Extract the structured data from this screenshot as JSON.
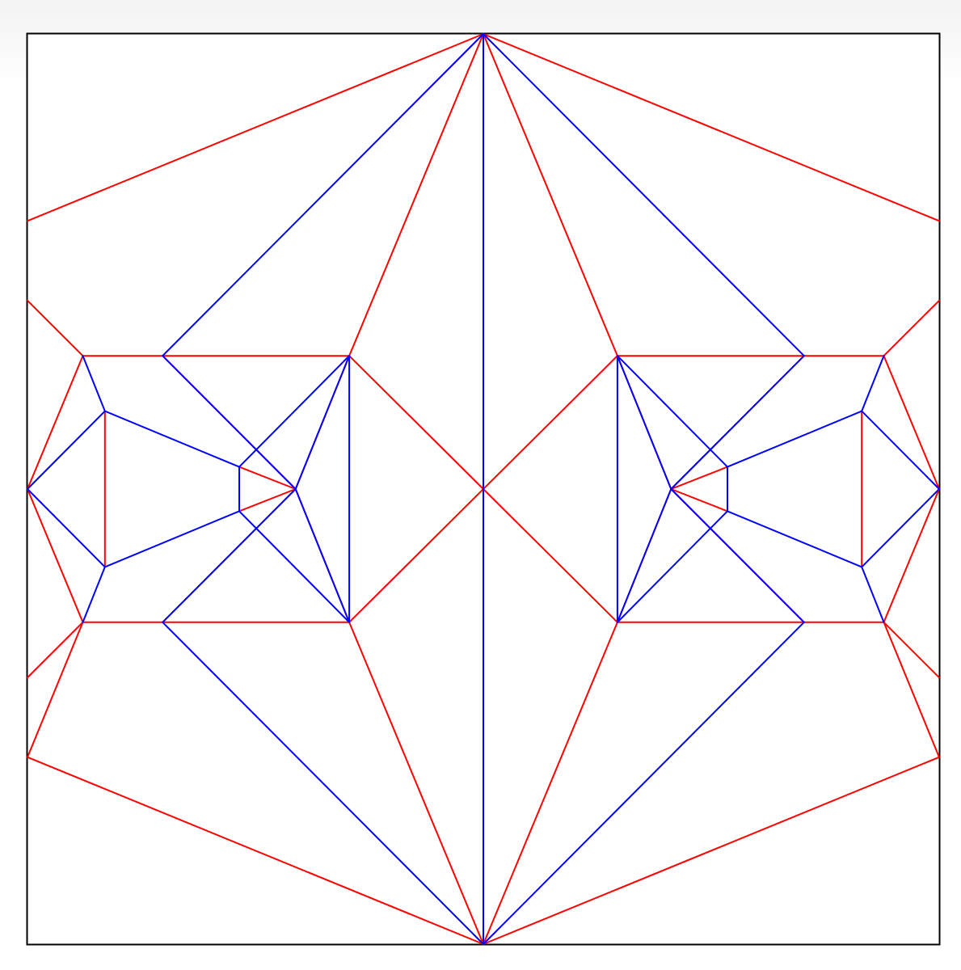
{
  "colors": {
    "mountain": "#ff0000",
    "valley": "#0000ff",
    "border": "#000000",
    "background": "#ffffff"
  },
  "crease_pattern": {
    "paper_size": 1,
    "mountain_creases": [
      [
        [
          0.5,
          0.0
        ],
        [
          0.0,
          0.2054
        ]
      ],
      [
        [
          0.5,
          0.0
        ],
        [
          1.0,
          0.2054
        ]
      ],
      [
        [
          0.5,
          0.0
        ],
        [
          0.3529,
          0.3536
        ]
      ],
      [
        [
          0.5,
          0.0
        ],
        [
          0.6471,
          0.3536
        ]
      ],
      [
        [
          0.5,
          1.0
        ],
        [
          0.0,
          0.7946
        ]
      ],
      [
        [
          0.5,
          1.0
        ],
        [
          1.0,
          0.7946
        ]
      ],
      [
        [
          0.5,
          1.0
        ],
        [
          0.3529,
          0.6464
        ]
      ],
      [
        [
          0.5,
          1.0
        ],
        [
          0.6471,
          0.6464
        ]
      ],
      [
        [
          0.0,
          0.2929
        ],
        [
          0.0607,
          0.3536
        ]
      ],
      [
        [
          0.0,
          0.7071
        ],
        [
          0.0607,
          0.6464
        ]
      ],
      [
        [
          1.0,
          0.2929
        ],
        [
          0.9393,
          0.3536
        ]
      ],
      [
        [
          1.0,
          0.7071
        ],
        [
          0.9393,
          0.6464
        ]
      ],
      [
        [
          0.0607,
          0.3536
        ],
        [
          0.3529,
          0.3536
        ]
      ],
      [
        [
          0.0607,
          0.6464
        ],
        [
          0.3529,
          0.6464
        ]
      ],
      [
        [
          0.6471,
          0.3536
        ],
        [
          0.9393,
          0.3536
        ]
      ],
      [
        [
          0.6471,
          0.6464
        ],
        [
          0.9393,
          0.6464
        ]
      ],
      [
        [
          0.0,
          0.5
        ],
        [
          0.0607,
          0.3536
        ]
      ],
      [
        [
          0.0,
          0.5
        ],
        [
          0.0607,
          0.6464
        ]
      ],
      [
        [
          1.0,
          0.5
        ],
        [
          0.9393,
          0.3536
        ]
      ],
      [
        [
          1.0,
          0.5
        ],
        [
          0.9393,
          0.6464
        ]
      ],
      [
        [
          0.0,
          0.7946
        ],
        [
          0.0607,
          0.6464
        ]
      ],
      [
        [
          1.0,
          0.7946
        ],
        [
          0.9393,
          0.6464
        ]
      ],
      [
        [
          0.3529,
          0.3536
        ],
        [
          0.5,
          0.5
        ]
      ],
      [
        [
          0.3529,
          0.6464
        ],
        [
          0.5,
          0.5
        ]
      ],
      [
        [
          0.6471,
          0.3536
        ],
        [
          0.5,
          0.5
        ]
      ],
      [
        [
          0.6471,
          0.6464
        ],
        [
          0.5,
          0.5
        ]
      ],
      [
        [
          0.1482,
          0.3536
        ],
        [
          0.2941,
          0.5
        ]
      ],
      [
        [
          0.1482,
          0.6464
        ],
        [
          0.2941,
          0.5
        ]
      ],
      [
        [
          0.8518,
          0.3536
        ],
        [
          0.7059,
          0.5
        ]
      ],
      [
        [
          0.8518,
          0.6464
        ],
        [
          0.7059,
          0.5
        ]
      ],
      [
        [
          0.3529,
          0.3536
        ],
        [
          0.2941,
          0.5
        ]
      ],
      [
        [
          0.3529,
          0.6464
        ],
        [
          0.2941,
          0.5
        ]
      ],
      [
        [
          0.6471,
          0.3536
        ],
        [
          0.7059,
          0.5
        ]
      ],
      [
        [
          0.6471,
          0.6464
        ],
        [
          0.7059,
          0.5
        ]
      ],
      [
        [
          0.2941,
          0.5
        ],
        [
          0.2323,
          0.4757
        ]
      ],
      [
        [
          0.2941,
          0.5
        ],
        [
          0.2323,
          0.5243
        ]
      ],
      [
        [
          0.7059,
          0.5
        ],
        [
          0.7677,
          0.4757
        ]
      ],
      [
        [
          0.7059,
          0.5
        ],
        [
          0.7677,
          0.5243
        ]
      ],
      [
        [
          0.0849,
          0.4144
        ],
        [
          0.0849,
          0.5856
        ]
      ],
      [
        [
          0.9151,
          0.4144
        ],
        [
          0.9151,
          0.5856
        ]
      ]
    ],
    "valley_creases": [
      [
        [
          0.5,
          0.0
        ],
        [
          0.5,
          1.0
        ]
      ],
      [
        [
          0.5,
          0.0
        ],
        [
          0.1482,
          0.3536
        ]
      ],
      [
        [
          0.5,
          0.0
        ],
        [
          0.8518,
          0.3536
        ]
      ],
      [
        [
          0.5,
          1.0
        ],
        [
          0.1482,
          0.6464
        ]
      ],
      [
        [
          0.5,
          1.0
        ],
        [
          0.8518,
          0.6464
        ]
      ],
      [
        [
          0.3529,
          0.3536
        ],
        [
          0.3529,
          0.6464
        ]
      ],
      [
        [
          0.6471,
          0.3536
        ],
        [
          0.6471,
          0.6464
        ]
      ],
      [
        [
          0.3529,
          0.3536
        ],
        [
          0.2323,
          0.4757
        ]
      ],
      [
        [
          0.3529,
          0.6464
        ],
        [
          0.2323,
          0.5243
        ]
      ],
      [
        [
          0.6471,
          0.3536
        ],
        [
          0.7677,
          0.4757
        ]
      ],
      [
        [
          0.6471,
          0.6464
        ],
        [
          0.7677,
          0.5243
        ]
      ],
      [
        [
          0.2941,
          0.5
        ],
        [
          0.1482,
          0.3536
        ]
      ],
      [
        [
          0.2941,
          0.5
        ],
        [
          0.1482,
          0.6464
        ]
      ],
      [
        [
          0.2941,
          0.5
        ],
        [
          0.3529,
          0.3536
        ]
      ],
      [
        [
          0.2941,
          0.5
        ],
        [
          0.3529,
          0.6464
        ]
      ],
      [
        [
          0.7059,
          0.5
        ],
        [
          0.8518,
          0.3536
        ]
      ],
      [
        [
          0.7059,
          0.5
        ],
        [
          0.8518,
          0.6464
        ]
      ],
      [
        [
          0.7059,
          0.5
        ],
        [
          0.6471,
          0.3536
        ]
      ],
      [
        [
          0.7059,
          0.5
        ],
        [
          0.6471,
          0.6464
        ]
      ],
      [
        [
          0.2323,
          0.4757
        ],
        [
          0.2323,
          0.5243
        ]
      ],
      [
        [
          0.7677,
          0.4757
        ],
        [
          0.7677,
          0.5243
        ]
      ],
      [
        [
          0.2323,
          0.4757
        ],
        [
          0.0849,
          0.4144
        ]
      ],
      [
        [
          0.2323,
          0.5243
        ],
        [
          0.0849,
          0.5856
        ]
      ],
      [
        [
          0.7677,
          0.4757
        ],
        [
          0.9151,
          0.4144
        ]
      ],
      [
        [
          0.7677,
          0.5243
        ],
        [
          0.9151,
          0.5856
        ]
      ],
      [
        [
          0.0607,
          0.3536
        ],
        [
          0.0849,
          0.4144
        ]
      ],
      [
        [
          0.0607,
          0.6464
        ],
        [
          0.0849,
          0.5856
        ]
      ],
      [
        [
          0.9393,
          0.3536
        ],
        [
          0.9151,
          0.4144
        ]
      ],
      [
        [
          0.9393,
          0.6464
        ],
        [
          0.9151,
          0.5856
        ]
      ],
      [
        [
          0.0,
          0.5
        ],
        [
          0.0849,
          0.4144
        ]
      ],
      [
        [
          0.0,
          0.5
        ],
        [
          0.0849,
          0.5856
        ]
      ],
      [
        [
          1.0,
          0.5
        ],
        [
          0.9151,
          0.4144
        ]
      ],
      [
        [
          1.0,
          0.5
        ],
        [
          0.9151,
          0.5856
        ]
      ]
    ]
  }
}
